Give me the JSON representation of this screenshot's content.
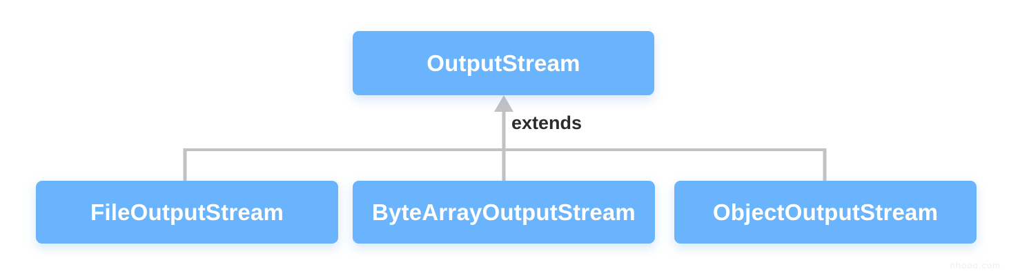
{
  "diagram": {
    "type": "class-hierarchy",
    "relationship_label": "extends",
    "parent": {
      "name": "OutputStream"
    },
    "children": [
      {
        "name": "FileOutputStream"
      },
      {
        "name": "ByteArrayOutputStream"
      },
      {
        "name": "ObjectOutputStream"
      }
    ],
    "colors": {
      "node_fill": "#69b4fc",
      "node_text": "#ffffff",
      "connector": "#c2c2c2",
      "label_text": "#2b2b2b",
      "background": "#ffffff",
      "watermark_text": "#eceff3"
    }
  },
  "watermark": {
    "text": "nhooo.com"
  }
}
